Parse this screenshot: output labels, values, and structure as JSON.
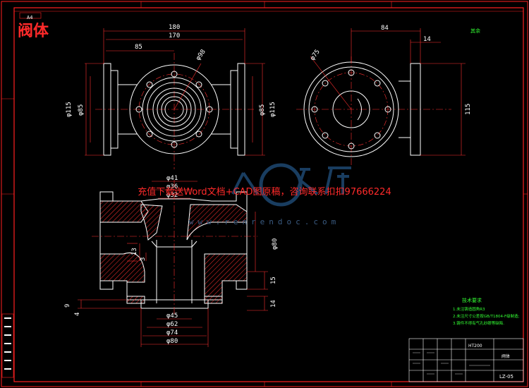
{
  "drawing": {
    "part_name": "阀体",
    "sheet_size": "A4",
    "top_right_mark": "其余"
  },
  "dimensions": {
    "front_view": {
      "overall_length": "180",
      "flange_span": "170",
      "half_length": "85",
      "bolt_circle": "φ98",
      "left_flange_outer": "φ115",
      "left_flange_bore": "φ85",
      "right_bore": "φ85",
      "right_flange_outer": "φ115"
    },
    "side_view": {
      "width": "84",
      "flange_thickness": "14",
      "bolt_circle": "φ75",
      "height": "115"
    },
    "section_view": {
      "d41": "φ41",
      "d36": "φ36",
      "d32": "φ32",
      "d80_vertical": "φ80",
      "h13": "13",
      "h3": "3",
      "h15": "15",
      "h14": "14",
      "h9": "9",
      "h4": "4",
      "d45": "φ45",
      "d62": "φ62",
      "d74": "φ74",
      "d80": "φ80"
    }
  },
  "technical_requirements": {
    "heading": "技术要求",
    "items": [
      "1.未注铸造圆角R3",
      "2.未注尺寸公差按GB/T1804-F级制造;",
      "3.铸件不得有气孔砂眼等缺陷."
    ]
  },
  "title_block": {
    "material": "HT200",
    "drawing_no": "LZ-05",
    "part": "阀体"
  },
  "watermark": {
    "text": "充值下载送Word文档+CAD图原稿，咨询联系扣扣97666224",
    "site": "人人文库",
    "url": "www.renrendoc.com"
  },
  "colors": {
    "background": "#000000",
    "frame": "#ff2020",
    "outline": "#ffffff",
    "centerline": "#ff3030",
    "notes": "#33ff33",
    "watermark": "#ff2a2a"
  }
}
